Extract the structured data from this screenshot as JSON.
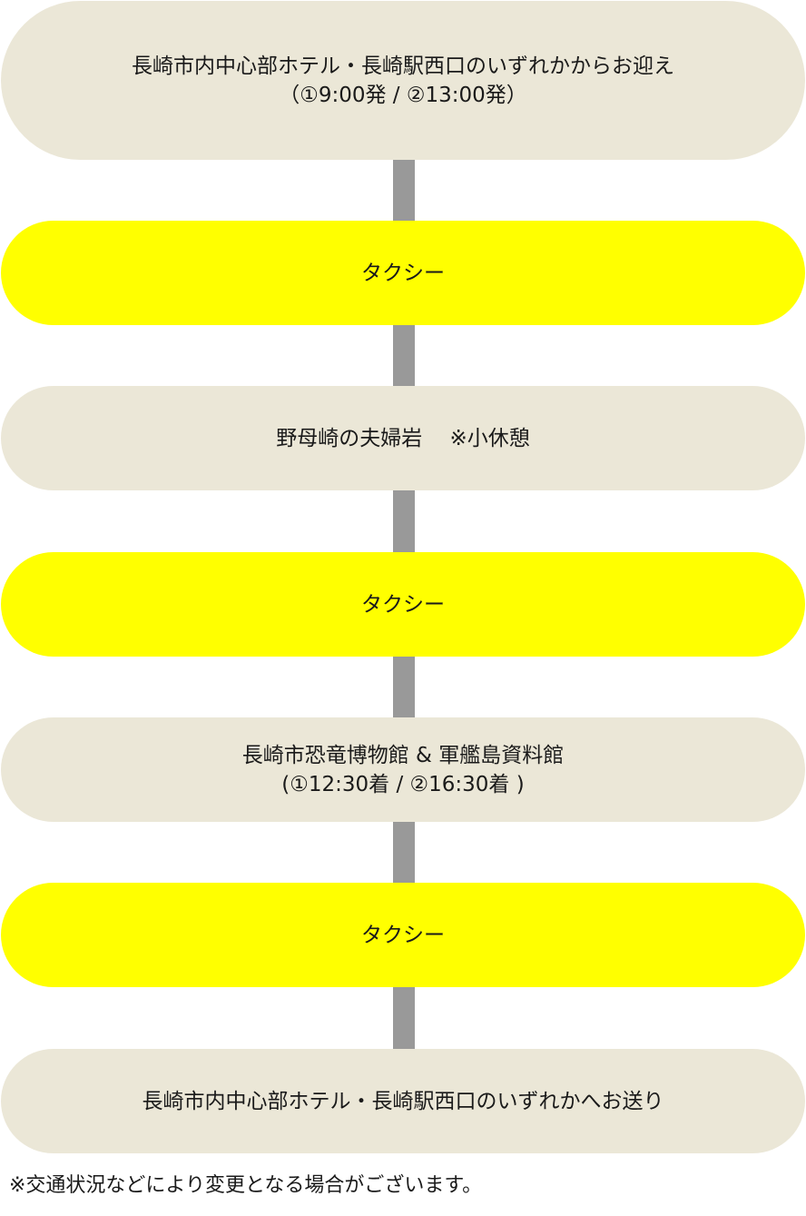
{
  "steps": [
    {
      "kind": "place",
      "lines": [
        "長崎市内中心部ホテル・長崎駅西口のいずれかからお迎え",
        "（①9:00発 / ②13:00発）"
      ]
    },
    {
      "kind": "transport",
      "lines": [
        "タクシー"
      ]
    },
    {
      "kind": "place",
      "lines": [
        "野母崎の夫婦岩　 ※小休憩"
      ]
    },
    {
      "kind": "transport",
      "lines": [
        "タクシー"
      ]
    },
    {
      "kind": "place",
      "lines": [
        "長崎市恐竜博物館 & 軍艦島資料館",
        "(①12:30着 / ②16:30着 )"
      ]
    },
    {
      "kind": "transport",
      "lines": [
        "タクシー"
      ]
    },
    {
      "kind": "place",
      "lines": [
        "長崎市内中心部ホテル・長崎駅西口のいずれかへお送り"
      ]
    }
  ],
  "footnote": "※交通状況などにより変更となる場合がございます。",
  "colors": {
    "place": "#ebe7d7",
    "transport": "#ffff00",
    "connector": "#999999"
  }
}
